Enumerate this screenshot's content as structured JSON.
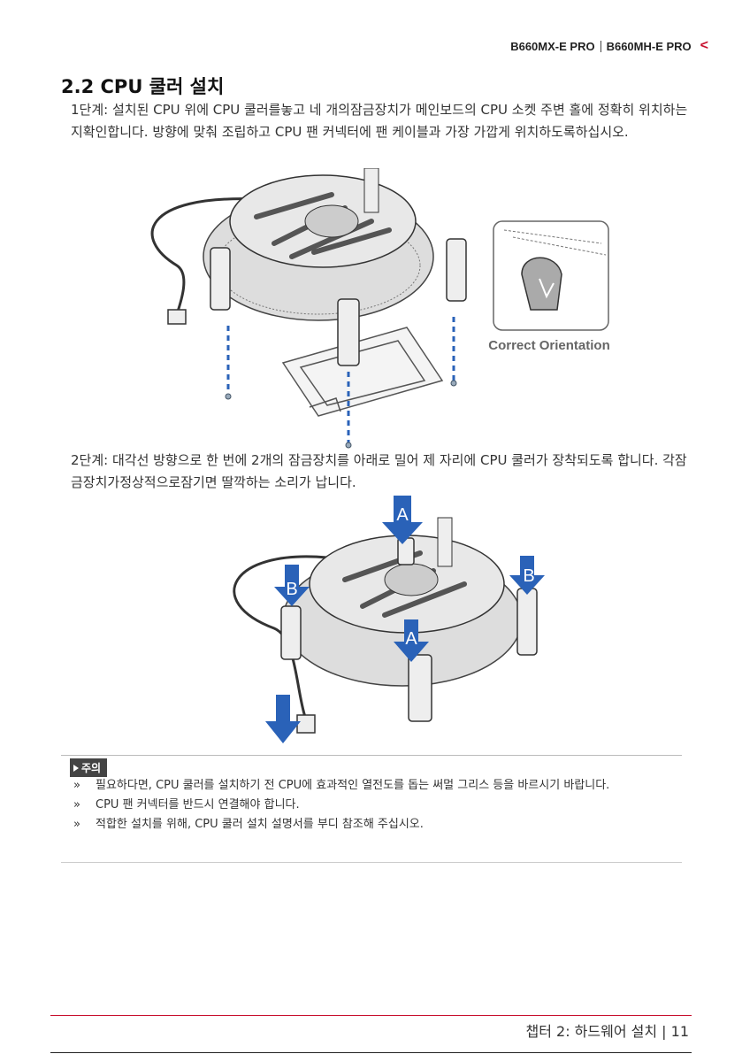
{
  "header": {
    "model1": "B660MX-E PRO",
    "model2": "B660MH-E PRO"
  },
  "section": {
    "title": "2.2 CPU 쿨러 설치"
  },
  "step1": {
    "text": "1단계: 설치된 CPU 위에 CPU 쿨러를놓고 네 개의잠금장치가 메인보드의 CPU 소켓 주변 홀에 정확히 위치하는지확인합니다. 방향에 맞춰 조립하고 CPU 팬 커넥터에 팬 케이블과 가장 가깝게 위치하도록하십시오."
  },
  "figure1": {
    "callout": "Correct Orientation"
  },
  "step2": {
    "text": "2단계: 대각선 방향으로 한 번에 2개의 잠금장치를 아래로 밀어 제 자리에 CPU 쿨러가 장착되도록 합니다. 각잠금장치가정상적으로잠기면 딸깍하는 소리가 납니다."
  },
  "figure2": {
    "label_a": "A",
    "label_b": "B"
  },
  "note": {
    "badge": "주의",
    "items": [
      "필요하다면, CPU 쿨러를 설치하기 전 CPU에 효과적인 열전도를 돕는 써멀 그리스 등을 바르시기 바랍니다.",
      "CPU 팬 커넥터를 반드시 연결해야 합니다.",
      "적합한 설치를 위해, CPU 쿨러 설치 설명서를 부디 참조해 주십시오."
    ]
  },
  "footer": {
    "text": "챕터 2: 하드웨어 설치 | 11"
  },
  "colors": {
    "accent": "#c8102e",
    "arrow": "#2a62b8",
    "dash": "#2a62b8"
  }
}
